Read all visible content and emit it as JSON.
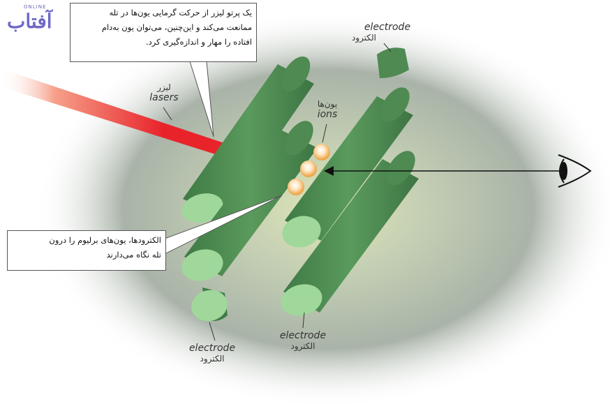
{
  "logo": {
    "tagline": "ONLINE",
    "mark": "آفتاب"
  },
  "callouts": {
    "top_lines": [
      "یک پرتو لیزر از حرکت گرمایی یون‌ها در تله",
      "ممانعت می‌کند و این‌چنین، می‌توان یون به‌دام",
      "افتاده را مهار و اندازه‌گیری کرد."
    ],
    "bottom_lines": [
      "الکترودها، یون‌های برلیوم را درون",
      "تله نگاه می‌دارند"
    ]
  },
  "labels": {
    "laser": {
      "fa": "لیزر",
      "en": "lasers"
    },
    "ions": {
      "fa": "یون‌ها",
      "en": "ions"
    },
    "electrode_top": {
      "en": "electrode",
      "fa": "الکترود"
    },
    "electrode_bottom_left": {
      "en": "electrode",
      "fa": "الکترود"
    },
    "electrode_bottom_mid": {
      "en": "electrode",
      "fa": "الکترود"
    }
  },
  "colors": {
    "rod_body": "#4e8a52",
    "rod_end": "#9fd89a",
    "laser": "#e8232a",
    "ion_glow": "#f4b15c",
    "background_haze": "#9aa79a"
  },
  "icons": {
    "eye": "eye-icon",
    "arrow": "arrow-left-icon"
  }
}
